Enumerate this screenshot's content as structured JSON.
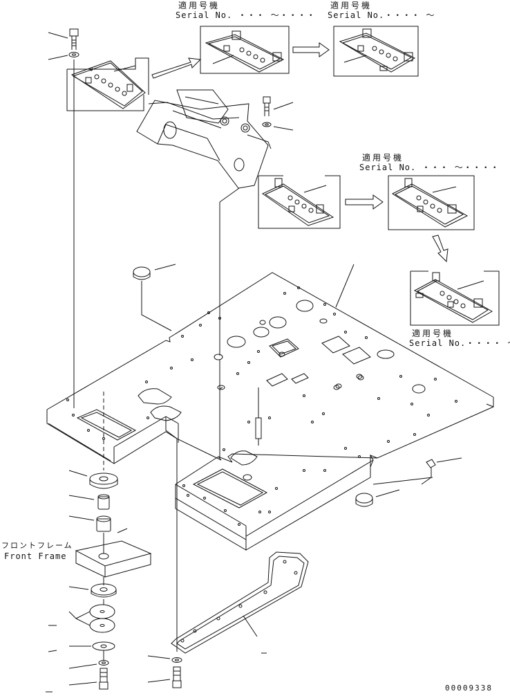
{
  "labels": {
    "applicable_jp": "適用号機",
    "serial_range_1": "Serial No.  ・・・ ～・・・・",
    "serial_range_2": "Serial No.・・・・ ～",
    "serial_range_3": "Serial No.  ・・・ ～・・・・",
    "serial_range_4": "Serial No.・・・・ ～",
    "front_frame_jp": "フロントフレーム",
    "front_frame_en": "Front Frame",
    "drawing_number": "00009338"
  },
  "colors": {
    "line": "#111111",
    "background": "#ffffff"
  }
}
